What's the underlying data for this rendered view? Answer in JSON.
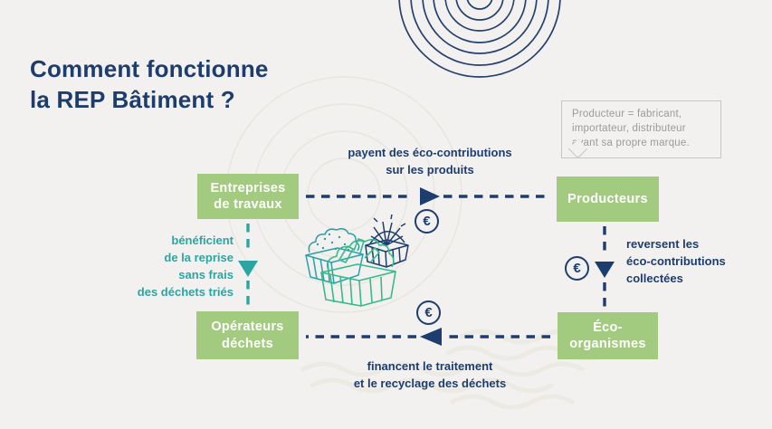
{
  "colors": {
    "background": "#f2f1ef",
    "primary_blue": "#1e3d6f",
    "node_green": "#a3cb80",
    "teal": "#2aa6a2",
    "tooltip_gray": "#9b9b98",
    "skip_green": "#35bb8b"
  },
  "title": {
    "line1": "Comment fonctionne",
    "line2": "la REP Bâtiment ?"
  },
  "tooltip": {
    "text": "Producteur = fabricant, importateur, distributeur ayant sa propre marque."
  },
  "nodes": {
    "entreprises": {
      "line1": "Entreprises",
      "line2": "de travaux"
    },
    "producteurs": {
      "label": "Producteurs"
    },
    "operateurs": {
      "line1": "Opérateurs",
      "line2": "déchets"
    },
    "eco_organismes": {
      "line1": "Éco-",
      "line2": "organismes"
    }
  },
  "flows": {
    "top": {
      "line1": "payent des éco-contributions",
      "line2": "sur les produits"
    },
    "right": {
      "line1": "reversent les",
      "line2": "éco-contributions",
      "line3": "collectées"
    },
    "bottom": {
      "line1": "financent le traitement",
      "line2": "et le recyclage des déchets"
    },
    "left": {
      "line1": "bénéficient",
      "line2": "de la reprise",
      "line3": "sans frais",
      "line4": "des déchets triés"
    }
  },
  "icons": {
    "euro": "€"
  }
}
